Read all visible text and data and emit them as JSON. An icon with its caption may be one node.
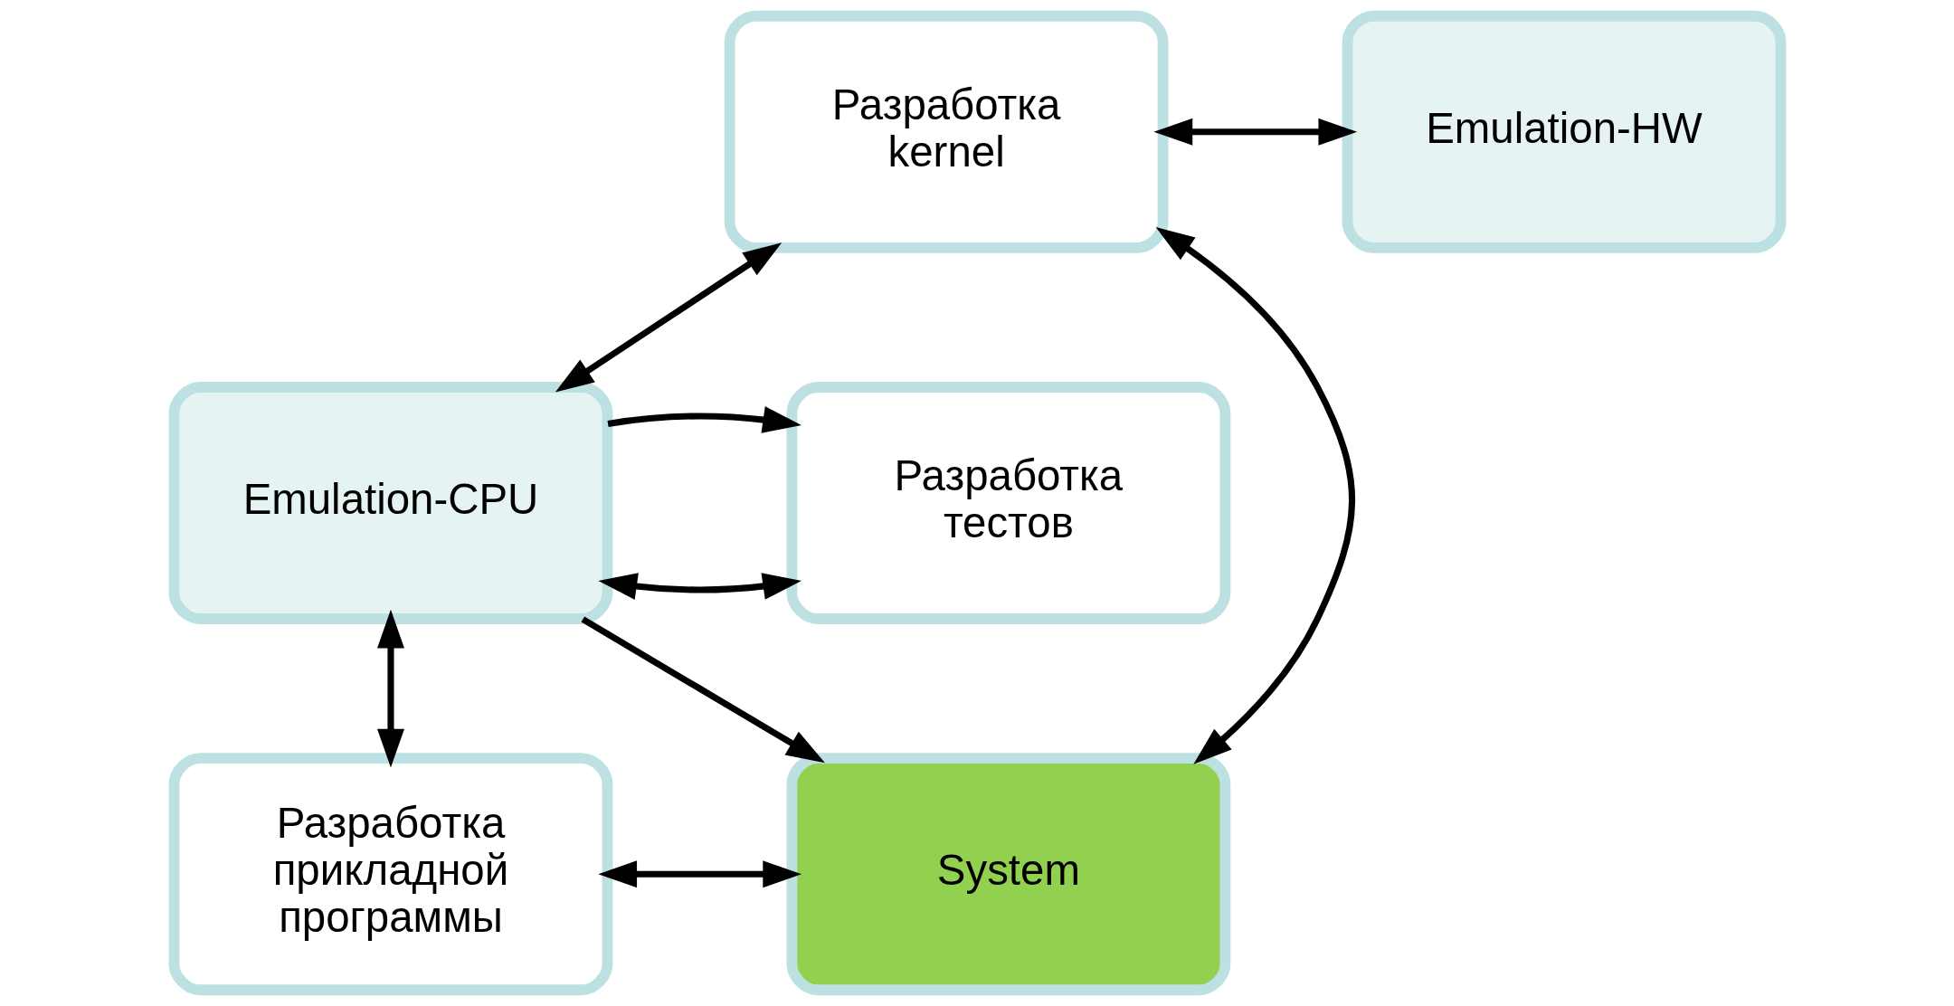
{
  "diagram": {
    "nodes": [
      {
        "text": [
          "Разработка kernel"
        ]
      },
      {
        "text": [
          "Emulation-HW"
        ]
      },
      {
        "text": [
          "Разработка тестов"
        ]
      },
      {
        "text": [
          "Emulation-CPU"
        ]
      },
      {
        "text": [
          "Разработка прикладной программы"
        ]
      },
      {
        "text": [
          "System"
        ]
      }
    ],
    "edges": [
      {
        "from": 0,
        "to": 1,
        "arrow": "both"
      },
      {
        "from": 0,
        "to": 3,
        "arrow": "both"
      },
      {
        "from": 0,
        "to": 5,
        "arrow": "both"
      },
      {
        "from": 2,
        "to": 3,
        "arrow": "both"
      },
      {
        "from": 3,
        "to": 2,
        "arrow": "to"
      },
      {
        "from": 3,
        "to": 4,
        "arrow": "both"
      },
      {
        "from": 3,
        "to": 5,
        "arrow": "to"
      },
      {
        "from": 4,
        "to": 5,
        "arrow": "both"
      }
    ]
  }
}
